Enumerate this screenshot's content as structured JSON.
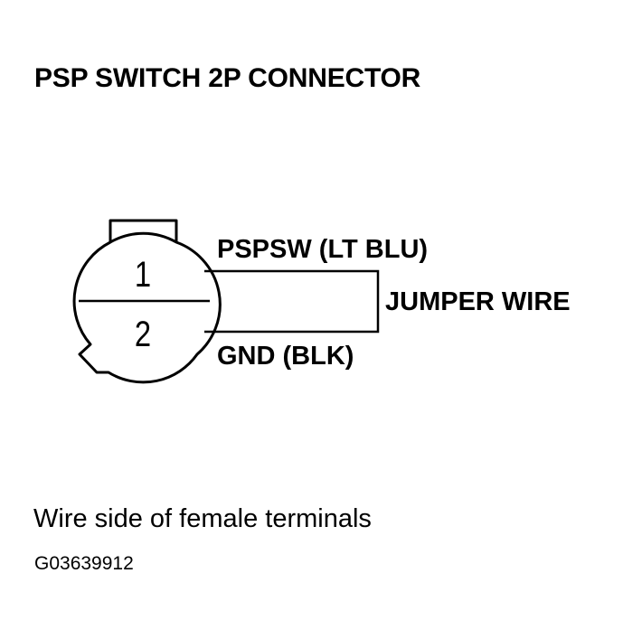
{
  "title": "PSP SWITCH 2P CONNECTOR",
  "connector": {
    "terminals": [
      {
        "number": "1",
        "wire_label": "PSPSW (LT BLU)"
      },
      {
        "number": "2",
        "wire_label": "GND (BLK)"
      }
    ],
    "jumper_label": "JUMPER WIRE"
  },
  "caption": "Wire side of female terminals",
  "figure_id": "G03639912"
}
